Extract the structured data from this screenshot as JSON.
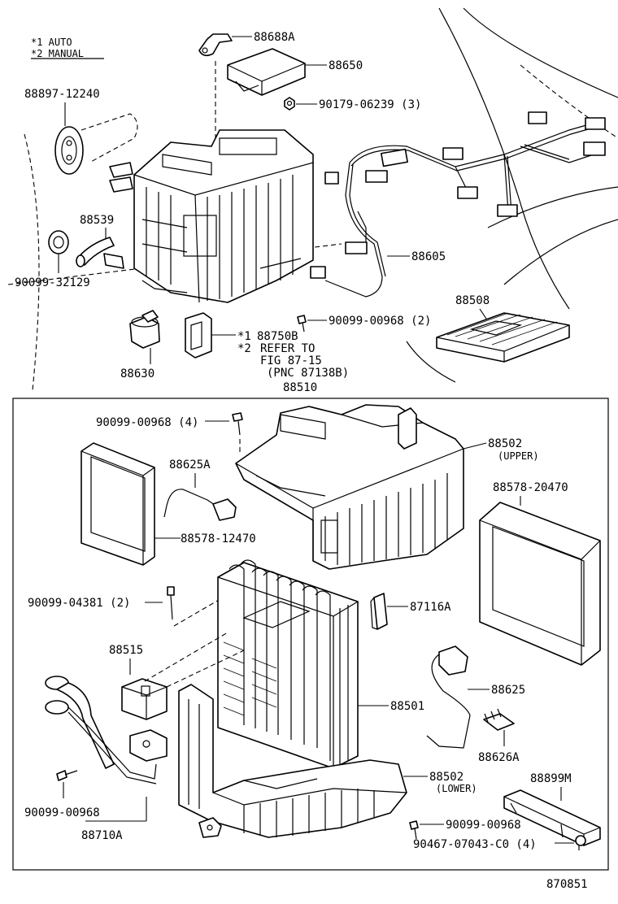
{
  "legend": {
    "l1": "*1  AUTO",
    "l2": "*2  MANUAL"
  },
  "labels": {
    "p88688A": "88688A",
    "p88650": "88650",
    "p90179": "90179-06239 (3)",
    "p88897": "88897-12240",
    "p88539": "88539",
    "p90099_32129": "90099-32129",
    "p88605": "88605",
    "p88508": "88508",
    "p90099_00968_2": "90099-00968 (2)",
    "p88630": "88630",
    "p88750B": "88750B",
    "star1": "*1",
    "star2": "*2",
    "refer1": "REFER TO",
    "refer2": "FIG 87-15",
    "refer3": "(PNC 87138B)",
    "p88510": "88510",
    "p90099_00968_4": "90099-00968 (4)",
    "p88625A": "88625A",
    "p88502u": "88502",
    "upper": "(UPPER)",
    "p88578_20470": "88578-20470",
    "p88578_12470": "88578-12470",
    "p90099_04381": "90099-04381 (2)",
    "p87116A": "87116A",
    "p88515": "88515",
    "p88625": "88625",
    "p88501": "88501",
    "p88626A": "88626A",
    "p88502l": "88502",
    "lower": "(LOWER)",
    "p88899M": "88899M",
    "p90099_00968": "90099-00968",
    "p88710A": "88710A",
    "p90099_00968_b": "90099-00968",
    "p90467": "90467-07043-C0 (4)",
    "figno": "870851"
  }
}
